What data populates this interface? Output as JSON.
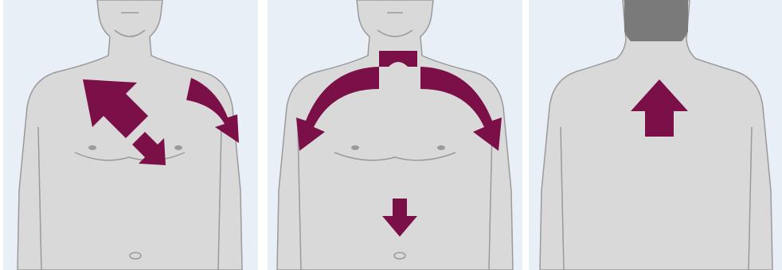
{
  "colors": {
    "background": "#e9eff6",
    "skin": "#d9d9d9",
    "outline": "#9a9a9a",
    "arrow": "#7b0f48",
    "hair": "#7a7a7a"
  },
  "panels": [
    {
      "view": "front",
      "arrows": [
        "diagonal-up-left-arrow",
        "diagonal-down-right-arrow",
        "curved-down-right-arrow"
      ]
    },
    {
      "view": "front",
      "arrows": [
        "top-connector",
        "curved-left-arrow",
        "curved-right-arrow",
        "down-arrow"
      ]
    },
    {
      "view": "back",
      "arrows": [
        "up-arrow"
      ]
    }
  ]
}
